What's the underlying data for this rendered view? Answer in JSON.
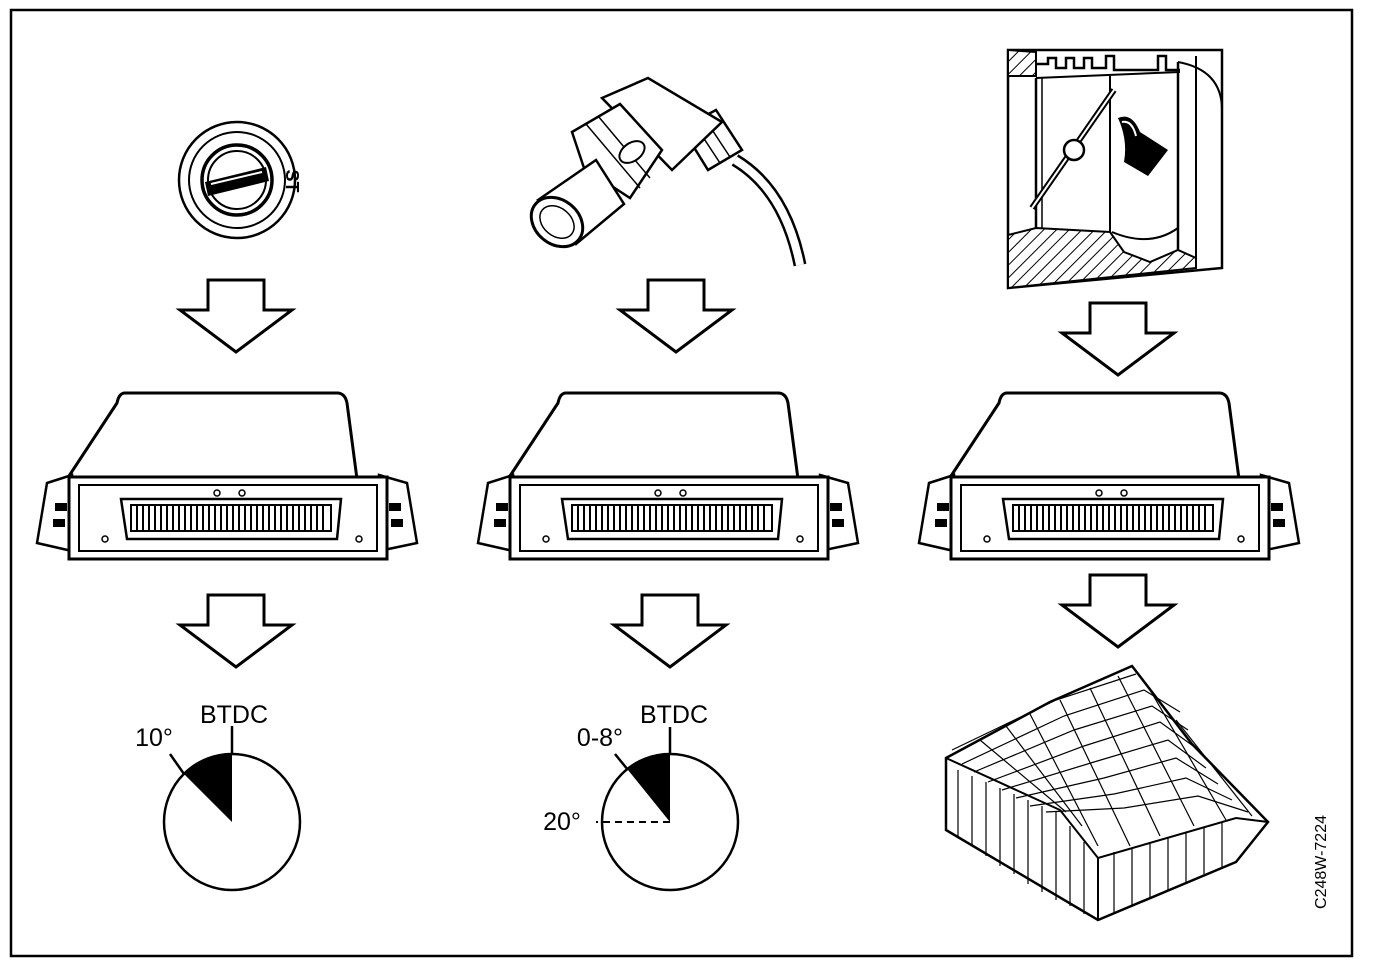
{
  "columns": [
    {
      "id": "ignition",
      "source": "ignition-switch",
      "switch_label": "ST",
      "result": {
        "reference_label": "BTDC",
        "advance_label": "10°"
      }
    },
    {
      "id": "crank-sensor",
      "source": "crankshaft-sensor",
      "result": {
        "reference_label": "BTDC",
        "advance_label": "0-8°",
        "retard_label": "20°"
      }
    },
    {
      "id": "throttle",
      "source": "throttle-body",
      "result": {
        "type": "ignition-map"
      }
    }
  ],
  "figure_code": "C248W-7224",
  "colors": {
    "line": "#000000",
    "fill": "#ffffff"
  }
}
